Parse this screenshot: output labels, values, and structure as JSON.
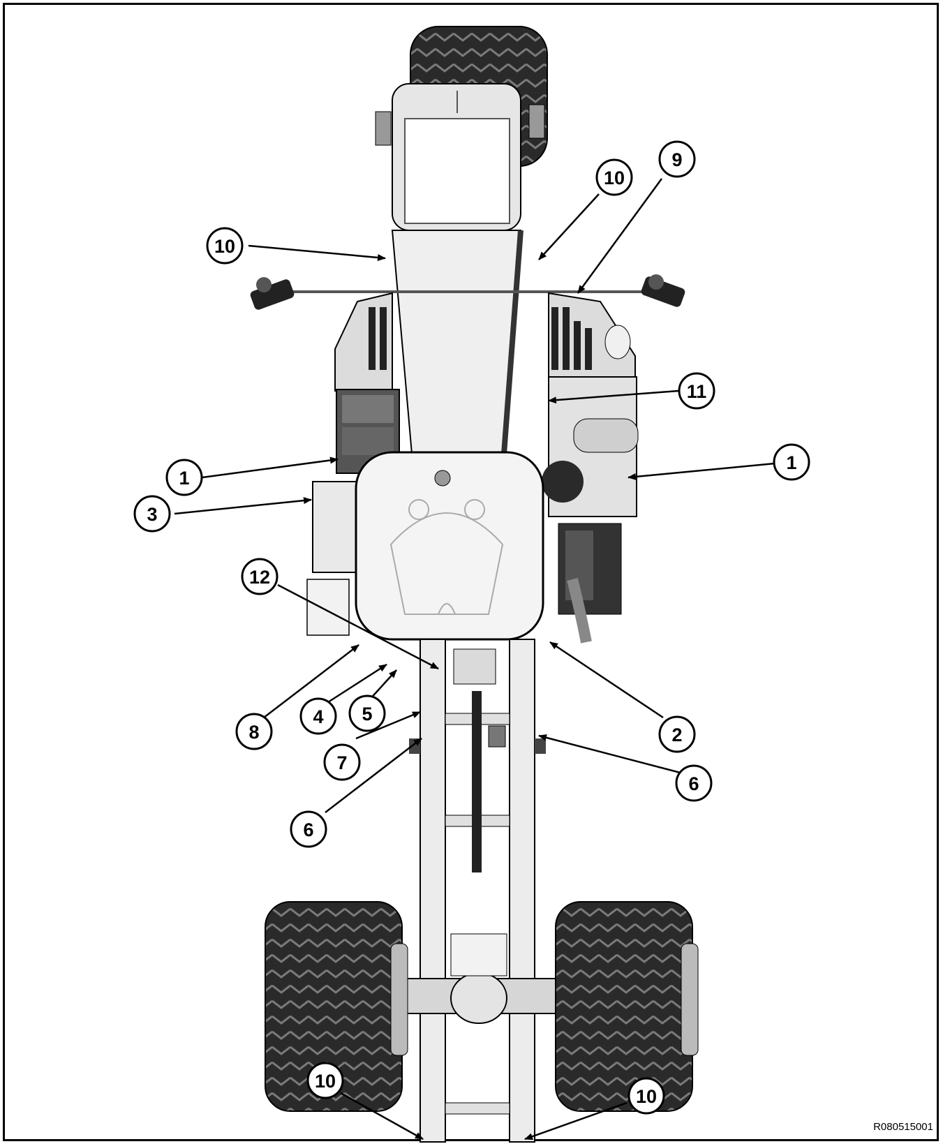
{
  "figure": {
    "reference": "R080515001",
    "callouts": [
      {
        "label": "10"
      },
      {
        "label": "9"
      },
      {
        "label": "10"
      },
      {
        "label": "11"
      },
      {
        "label": "1"
      },
      {
        "label": "1"
      },
      {
        "label": "3"
      },
      {
        "label": "12"
      },
      {
        "label": "8"
      },
      {
        "label": "4"
      },
      {
        "label": "5"
      },
      {
        "label": "7"
      },
      {
        "label": "2"
      },
      {
        "label": "6"
      },
      {
        "label": "6"
      },
      {
        "label": "10"
      },
      {
        "label": "10"
      }
    ]
  },
  "colors": {
    "outline": "#000000",
    "tire": "#2a2a2a",
    "body": "#d9d9d9",
    "frame": "#e8e8e8",
    "background": "#ffffff"
  }
}
